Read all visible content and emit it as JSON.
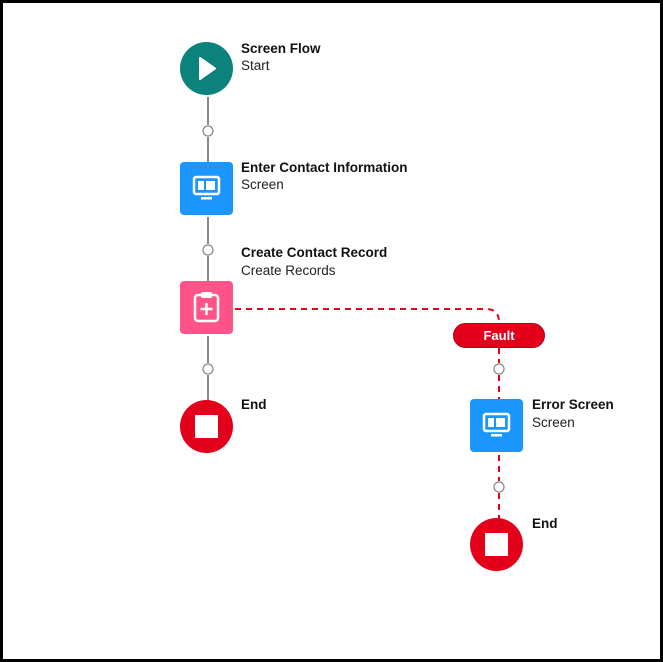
{
  "start": {
    "title": "Screen Flow",
    "subtitle": "Start",
    "icon": "play-icon",
    "color": "#0b827c"
  },
  "screen": {
    "title": "Enter Contact Information",
    "subtitle": "Screen",
    "icon": "screen-icon",
    "color": "#1b96ff"
  },
  "create": {
    "title": "Create Contact Record",
    "subtitle": "Create Records",
    "icon": "clipboard-plus-icon",
    "color": "#ff538a"
  },
  "end_main": {
    "title": "End",
    "icon": "stop-icon",
    "color": "#e3001b"
  },
  "fault": {
    "label": "Fault",
    "color": "#e3001b"
  },
  "error_screen": {
    "title": "Error Screen",
    "subtitle": "Screen",
    "icon": "screen-icon",
    "color": "#1b96ff"
  },
  "end_fault": {
    "title": "End",
    "icon": "stop-icon",
    "color": "#e3001b"
  }
}
